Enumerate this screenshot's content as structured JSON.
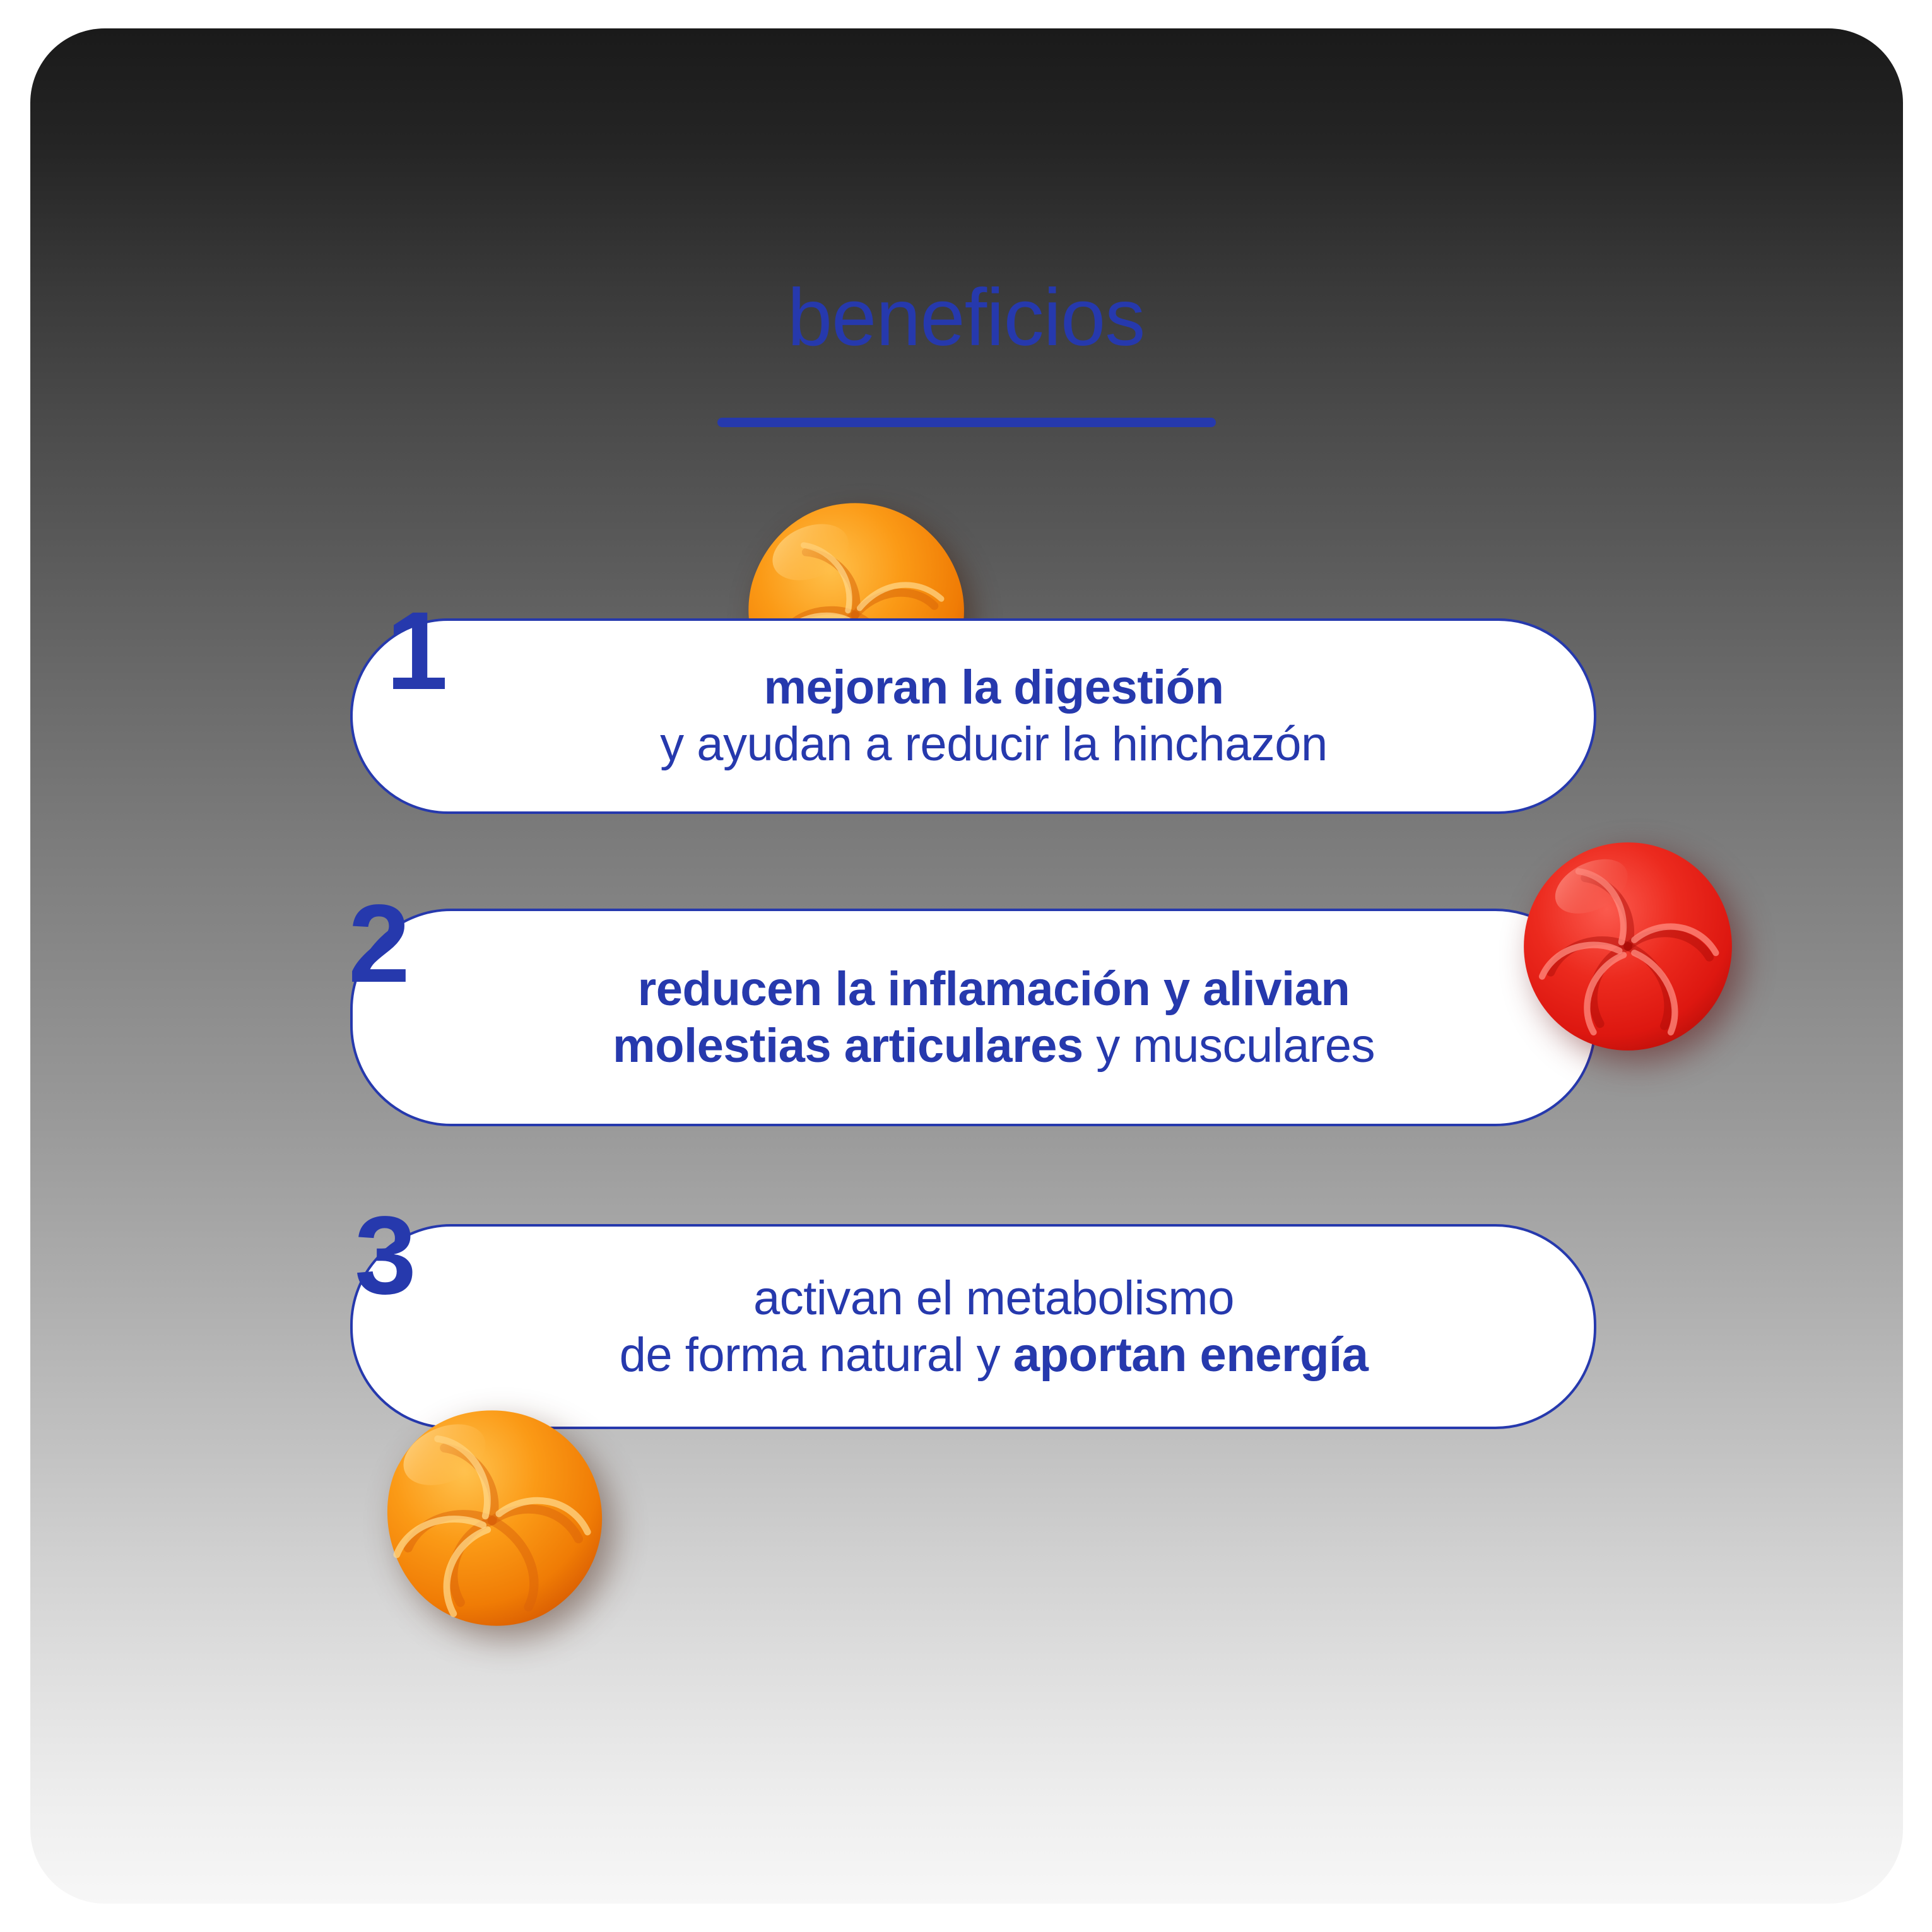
{
  "page": {
    "title": "beneficios",
    "accent_color": "#2639AD",
    "card_fill": "#FFFFFF",
    "background_gradient_from": "#1A1A1A",
    "background_gradient_to": "#F7F7F7"
  },
  "benefits": [
    {
      "number": "1",
      "line1_bold": "mejoran la digestión",
      "line2_pre": "y ayudan a reducir la hinchazón",
      "line2_bold": "",
      "line2_post": ""
    },
    {
      "number": "2",
      "line1_bold": "reducen la inflamación y alivian",
      "line2_pre": "",
      "line2_bold": "molestias articulares",
      "line2_post": " y musculares"
    },
    {
      "number": "3",
      "line1_bold": "",
      "line1_plain": "activan el metabolismo",
      "line2_pre": "de forma natural y ",
      "line2_bold": "aportan energía",
      "line2_post": ""
    }
  ],
  "decorations": [
    {
      "name": "orange-gummy-top",
      "color": "#F98A10",
      "shape": "swirl-rosette"
    },
    {
      "name": "red-gummy-right",
      "color": "#E8231B",
      "shape": "swirl-rosette"
    },
    {
      "name": "orange-gummy-bottom",
      "color": "#F98A10",
      "shape": "swirl-rosette"
    }
  ]
}
